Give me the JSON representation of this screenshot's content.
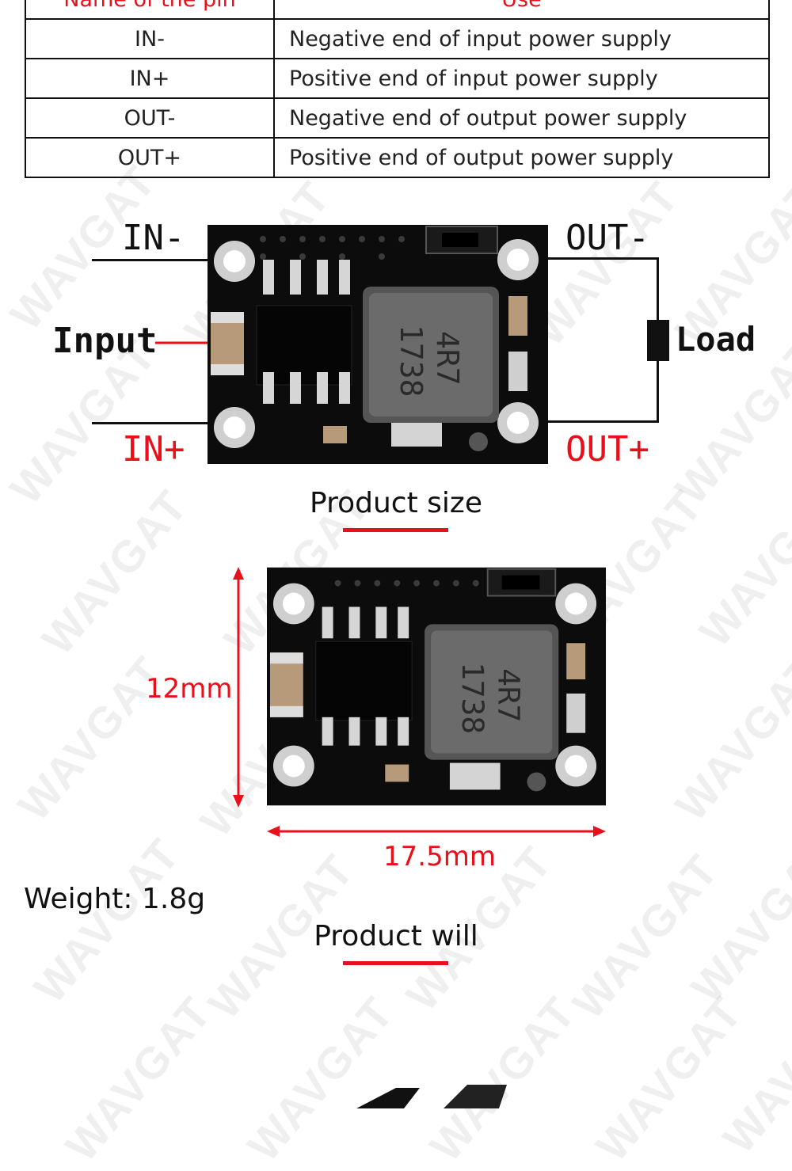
{
  "watermark": "WAVGAT",
  "table": {
    "header_name": "Name of the pin",
    "header_use": "Use",
    "rows": [
      {
        "name": "IN-",
        "use": "Negative end of input power supply"
      },
      {
        "name": "IN+",
        "use": "Positive end of input power supply"
      },
      {
        "name": "OUT-",
        "use": "Negative end of output power supply"
      },
      {
        "name": "OUT+",
        "use": "Positive end of output power supply"
      }
    ]
  },
  "diagram": {
    "in_minus": "IN-",
    "in_plus": "IN+",
    "out_minus": "OUT-",
    "out_plus": "OUT+",
    "input_label": "Input",
    "load_label": "Load",
    "inductor_marking_1": "4R7",
    "inductor_marking_2": "1738"
  },
  "product_size": {
    "title": "Product size",
    "height_label": "12mm",
    "width_label": "17.5mm",
    "weight": "Weight: 1.8g"
  },
  "product_will": {
    "title": "Product will"
  },
  "colors": {
    "accent_red": "#e8101a",
    "board_black": "#0c0c0c",
    "pad_silver": "#d8d8d8"
  }
}
